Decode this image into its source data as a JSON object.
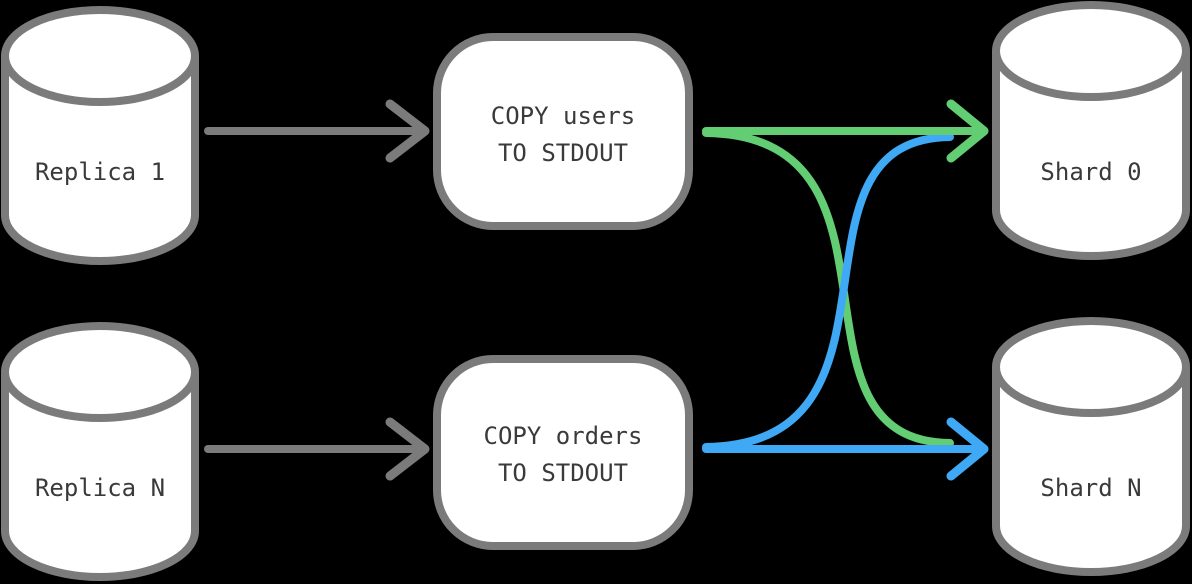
{
  "page": {
    "background": "#000000"
  },
  "colors": {
    "node_stroke": "#7b7b7b",
    "node_fill": "#ffffff",
    "label_text": "#3a3a3a",
    "replica_arrow": "#7b7b7b",
    "users_flow_green": "#63cd73",
    "orders_flow_blue": "#3fa9f5"
  },
  "nodes": {
    "replica_1": {
      "label": "Replica 1",
      "type": "database-cylinder"
    },
    "replica_n": {
      "label": "Replica N",
      "type": "database-cylinder"
    },
    "copy_users": {
      "line1": "COPY users",
      "line2": "TO STDOUT",
      "type": "rounded-process"
    },
    "copy_orders": {
      "line1": "COPY orders",
      "line2": "TO STDOUT",
      "type": "rounded-process"
    },
    "shard_0": {
      "label": "Shard 0",
      "type": "database-cylinder"
    },
    "shard_n": {
      "label": "Shard N",
      "type": "database-cylinder"
    }
  },
  "edges": [
    {
      "from": "replica_1",
      "to": "copy_users",
      "color": "#7b7b7b",
      "style": "straight-arrow"
    },
    {
      "from": "replica_n",
      "to": "copy_orders",
      "color": "#7b7b7b",
      "style": "straight-arrow"
    },
    {
      "from": "copy_users",
      "to": "shard_0",
      "color": "#63cd73",
      "style": "straight-arrow"
    },
    {
      "from": "copy_users",
      "to": "shard_n",
      "color": "#63cd73",
      "style": "cross-curve"
    },
    {
      "from": "copy_orders",
      "to": "shard_n",
      "color": "#3fa9f5",
      "style": "straight-arrow"
    },
    {
      "from": "copy_orders",
      "to": "shard_0",
      "color": "#3fa9f5",
      "style": "cross-curve"
    }
  ]
}
